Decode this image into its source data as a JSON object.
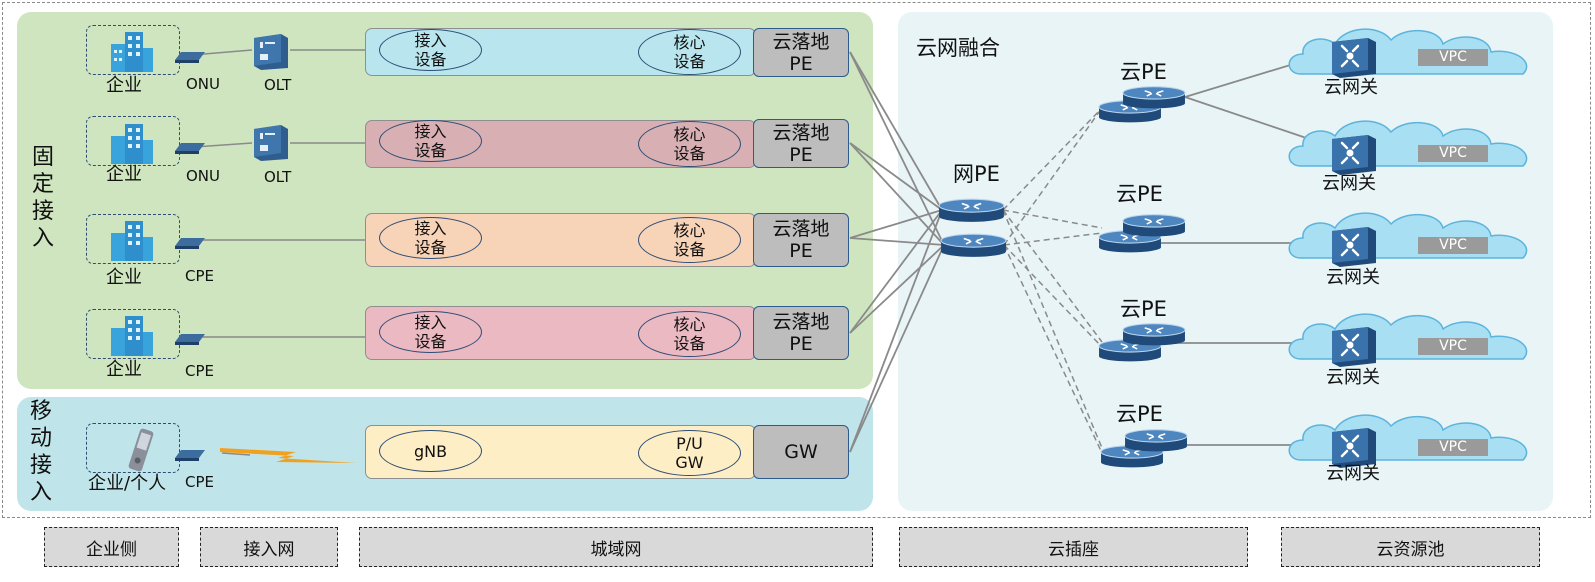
{
  "colors": {
    "fixed_bg": "#cfe5bf",
    "mobile_bg": "#bfe5ea",
    "cloud_bg": "#e8f4f6",
    "icon_blue": "#2f6aa6",
    "pe_box": "#bdbdbd"
  },
  "sections": {
    "fixed_access": "固定接入",
    "mobile_access": "移动接入",
    "cloud_net": "云网融合"
  },
  "rows": [
    {
      "enterprise": "企业",
      "devices": [
        "ONU",
        "OLT"
      ],
      "oval_a": "接入\n设备",
      "oval_b": "核心\n设备",
      "pe": "云落地\nPE",
      "lane_color": "#b9e6ee"
    },
    {
      "enterprise": "企业",
      "devices": [
        "ONU",
        "OLT"
      ],
      "oval_a": "接入\n设备",
      "oval_b": "核心\n设备",
      "pe": "云落地\nPE",
      "lane_color": "#d8b0b3"
    },
    {
      "enterprise": "企业",
      "devices": [
        "CPE"
      ],
      "oval_a": "接入\n设备",
      "oval_b": "核心\n设备",
      "pe": "云落地\nPE",
      "lane_color": "#f7d3b8"
    },
    {
      "enterprise": "企业",
      "devices": [
        "CPE"
      ],
      "oval_a": "接入\n设备",
      "oval_b": "核心\n设备",
      "pe": "云落地\nPE",
      "lane_color": "#ebb9c1"
    },
    {
      "enterprise": "企业/个人",
      "devices": [
        "CPE"
      ],
      "oval_a": "gNB",
      "oval_b": "P/U\nGW",
      "pe": "GW",
      "lane_color": "#fdeec6"
    }
  ],
  "net_pe": "网PE",
  "cloud_pe": [
    "云PE",
    "云PE",
    "云PE",
    "云PE"
  ],
  "gateways": [
    {
      "label": "云网关",
      "vpc": "VPC"
    },
    {
      "label": "云网关",
      "vpc": "VPC"
    },
    {
      "label": "云网关",
      "vpc": "VPC"
    },
    {
      "label": "云网关",
      "vpc": "VPC"
    },
    {
      "label": "云网关",
      "vpc": "VPC"
    }
  ],
  "bottom": [
    "企业侧",
    "接入网",
    "城域网",
    "云插座",
    "云资源池"
  ]
}
